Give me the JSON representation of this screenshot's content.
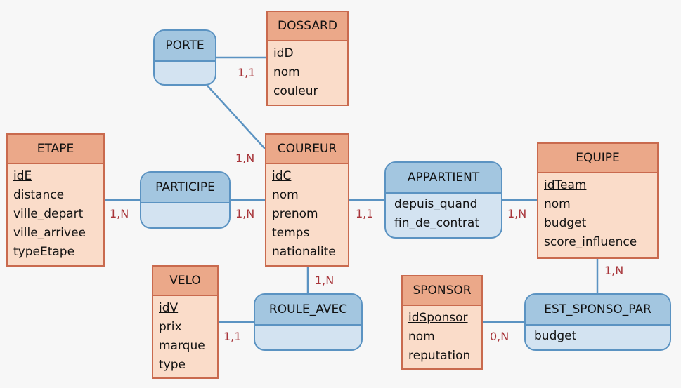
{
  "entities": {
    "dossard": {
      "name": "DOSSARD",
      "key": "idD",
      "attrs": [
        "nom",
        "couleur"
      ]
    },
    "etape": {
      "name": "ETAPE",
      "key": "idE",
      "attrs": [
        "distance",
        "ville_depart",
        "ville_arrivee",
        "typeEtape"
      ]
    },
    "coureur": {
      "name": "COUREUR",
      "key": "idC",
      "attrs": [
        "nom",
        "prenom",
        "temps",
        "nationalite"
      ]
    },
    "equipe": {
      "name": "EQUIPE",
      "key": "idTeam",
      "attrs": [
        "nom",
        "budget",
        "score_influence"
      ]
    },
    "velo": {
      "name": "VELO",
      "key": "idV",
      "attrs": [
        "prix",
        "marque",
        "type"
      ]
    },
    "sponsor": {
      "name": "SPONSOR",
      "key": "idSponsor",
      "attrs": [
        "nom",
        "reputation"
      ]
    }
  },
  "associations": {
    "porte": {
      "name": "PORTE",
      "attrs": []
    },
    "participe": {
      "name": "PARTICIPE",
      "attrs": []
    },
    "appartient": {
      "name": "APPARTIENT",
      "attrs": [
        "depuis_quand",
        "fin_de_contrat"
      ]
    },
    "roule_avec": {
      "name": "ROULE_AVEC",
      "attrs": []
    },
    "est_sponso_par": {
      "name": "EST_SPONSO_PAR",
      "attrs": [
        "budget"
      ]
    }
  },
  "cardinalities": {
    "porte_dossard": "1,1",
    "porte_coureur": "1,N",
    "participe_etape": "1,N",
    "participe_coureur": "1,N",
    "appartient_coureur": "1,1",
    "appartient_equipe": "1,N",
    "roule_avec_coureur": "1,N",
    "roule_avec_velo": "1,1",
    "sponso_equipe": "1,N",
    "sponso_sponsor": "0,N"
  },
  "colors": {
    "entity_fill": "#fadcc9",
    "entity_header": "#eba889",
    "entity_border": "#c96a4e",
    "assoc_fill": "#d3e3f1",
    "assoc_header": "#a3c6e0",
    "assoc_border": "#5b93c2",
    "cardinality": "#a8353a"
  }
}
